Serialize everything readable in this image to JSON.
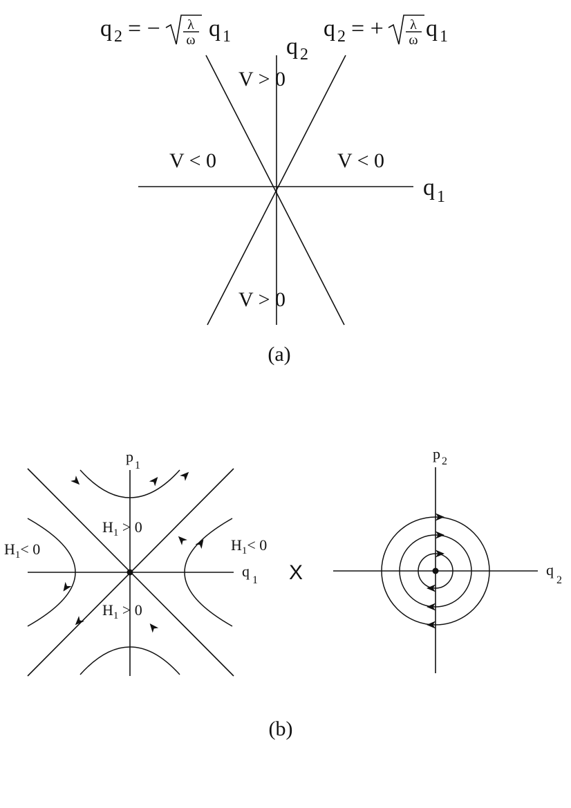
{
  "panel_a": {
    "caption": "(a)",
    "line_left": {
      "lhs": "q",
      "lhs_sub": "2",
      "eq": "= −",
      "frac_num": "λ",
      "frac_den": "ω",
      "rhs": "q",
      "rhs_sub": "1"
    },
    "line_right": {
      "lhs": "q",
      "lhs_sub": "2",
      "eq": "= +",
      "frac_num": "λ",
      "frac_den": "ω",
      "rhs": "q",
      "rhs_sub": "1"
    },
    "axis_q2": {
      "main": "q",
      "sub": "2"
    },
    "axis_q1": {
      "main": "q",
      "sub": "1"
    },
    "region_top": "V > 0",
    "region_bottom": "V > 0",
    "region_left": "V < 0",
    "region_right": "V < 0"
  },
  "panel_b": {
    "caption": "(b)",
    "product_symbol": "X",
    "left": {
      "axis_p1": {
        "main": "p",
        "sub": "1"
      },
      "axis_q1": {
        "main": "q",
        "sub": "1"
      },
      "h_top": {
        "main": "H",
        "sub": "1",
        "rest": " > 0"
      },
      "h_bottom": {
        "main": "H",
        "sub": "1",
        "rest": " > 0"
      },
      "h_left": {
        "main": "H",
        "sub": "1",
        "rest": "< 0"
      },
      "h_right": {
        "main": "H",
        "sub": "1",
        "rest": "< 0"
      }
    },
    "right": {
      "axis_p2": {
        "main": "p",
        "sub": "2"
      },
      "axis_q2": {
        "main": "q",
        "sub": "2"
      }
    }
  }
}
